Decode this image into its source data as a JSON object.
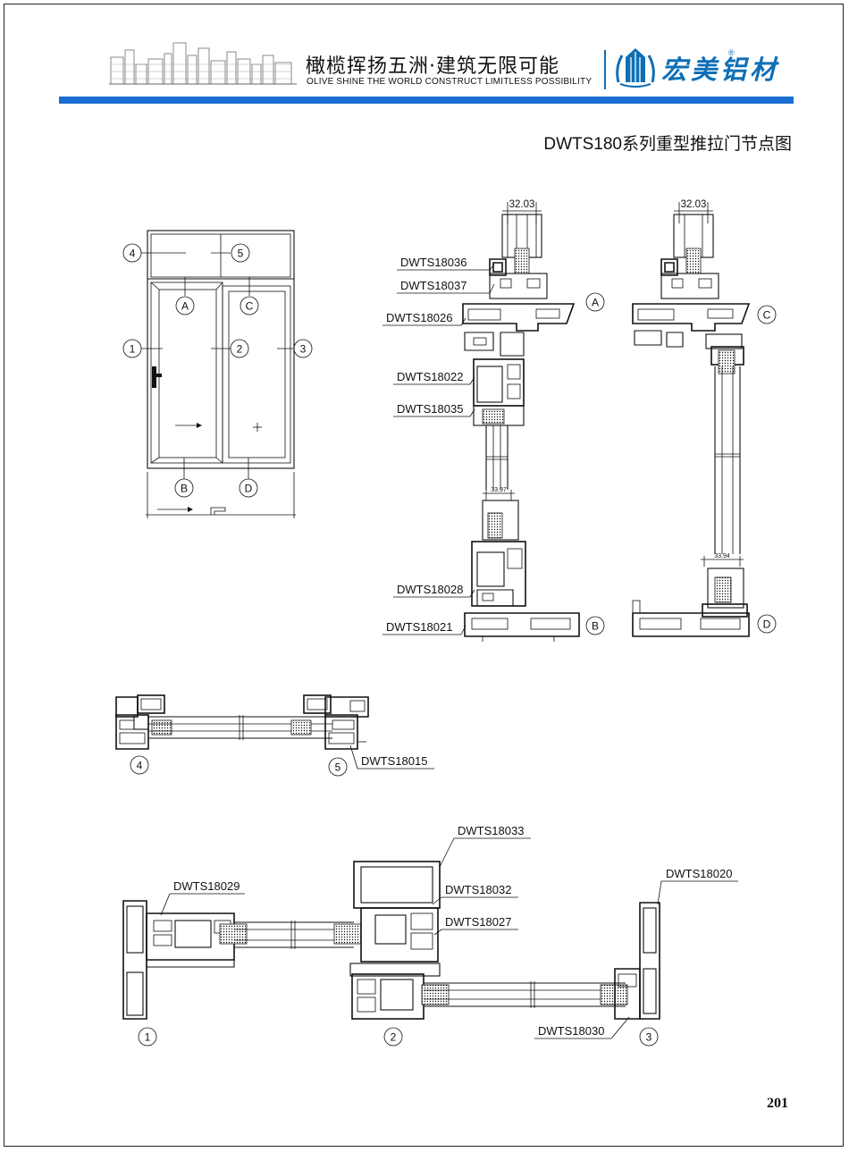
{
  "header": {
    "slogan_cn": "橄榄挥扬五洲·建筑无限可能",
    "slogan_en": "OLIVE SHINE THE WORLD CONSTRUCT LIMITLESS POSSIBILITY",
    "brand": "宏美铝材",
    "registered_mark": "®",
    "accent_color": "#1a6fd1",
    "brand_color": "#0f6fb5"
  },
  "title": "DWTS180系列重型推拉门节点图",
  "page_number": "201",
  "elevation": {
    "markers": [
      "4",
      "5",
      "A",
      "C",
      "1",
      "2",
      "3",
      "B",
      "D"
    ]
  },
  "sections": {
    "dim_a": "32.03",
    "dim_c": "32.03",
    "dim_b_glass": "33.97",
    "dim_d_glass": "33.94",
    "parts_left": [
      "DWTS18036",
      "DWTS18037",
      "DWTS18026",
      "DWTS18022",
      "DWTS18035",
      "DWTS18028",
      "DWTS18021"
    ],
    "markers": [
      "A",
      "C",
      "B",
      "D"
    ]
  },
  "transom": {
    "markers": [
      "4",
      "5"
    ],
    "part": "DWTS18015"
  },
  "horizontal": {
    "markers": [
      "1",
      "2",
      "3"
    ],
    "parts": [
      "DWTS18029",
      "DWTS18033",
      "DWTS18032",
      "DWTS18027",
      "DWTS18020",
      "DWTS18030"
    ]
  }
}
